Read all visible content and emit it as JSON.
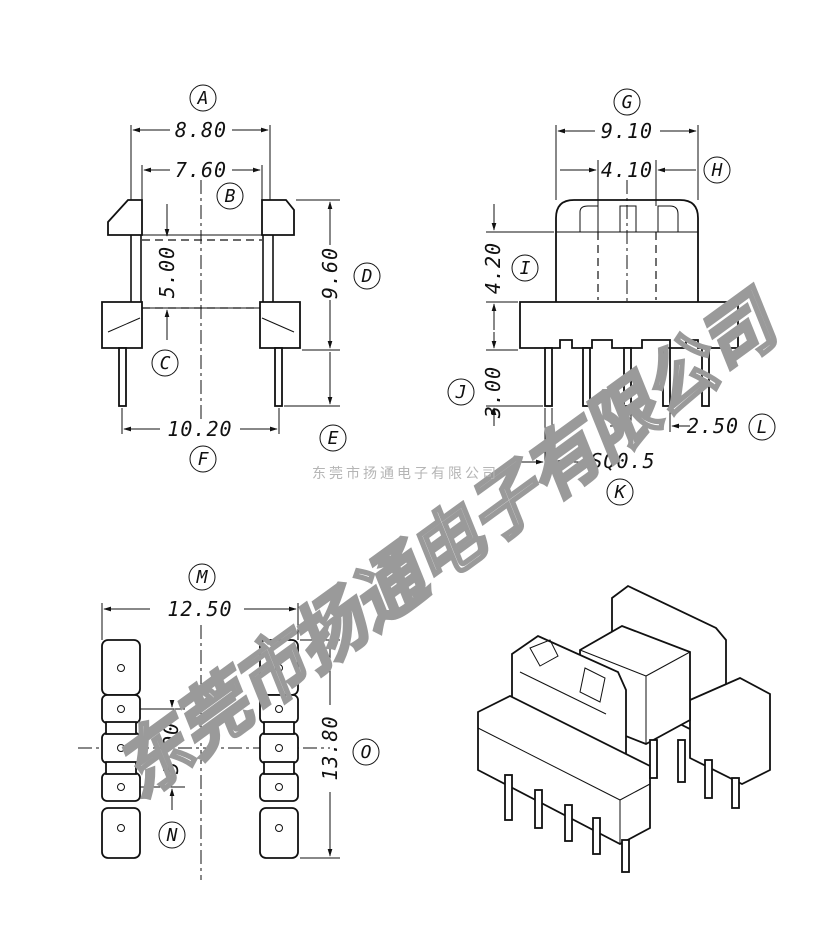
{
  "watermark": {
    "main": "东莞市扬通电子有限公司",
    "small": "东莞市扬通电子有限公司"
  },
  "front_view": {
    "A": {
      "letter": "A",
      "value": "8.80"
    },
    "B": {
      "letter": "B",
      "value": "7.60"
    },
    "C": {
      "letter": "C",
      "value": "5.00"
    },
    "D": {
      "letter": "D",
      "value": "9.60"
    },
    "E": {
      "letter": "E"
    },
    "F": {
      "letter": "F",
      "value": "10.20"
    }
  },
  "side_view": {
    "G": {
      "letter": "G",
      "value": "9.10"
    },
    "H": {
      "letter": "H",
      "value": "4.10"
    },
    "I": {
      "letter": "I",
      "value": "4.20"
    },
    "J": {
      "letter": "J",
      "value": "3.00"
    },
    "K": {
      "letter": "K",
      "value": "SQ0.5"
    },
    "L": {
      "letter": "L",
      "value": "2.50"
    }
  },
  "bottom_view": {
    "M": {
      "letter": "M",
      "value": "12.50"
    },
    "N": {
      "letter": "N",
      "value": "5.00"
    },
    "O": {
      "letter": "O",
      "value": "13.80"
    }
  },
  "colors": {
    "line": "#111111",
    "watermark": "#9a9a9a"
  }
}
